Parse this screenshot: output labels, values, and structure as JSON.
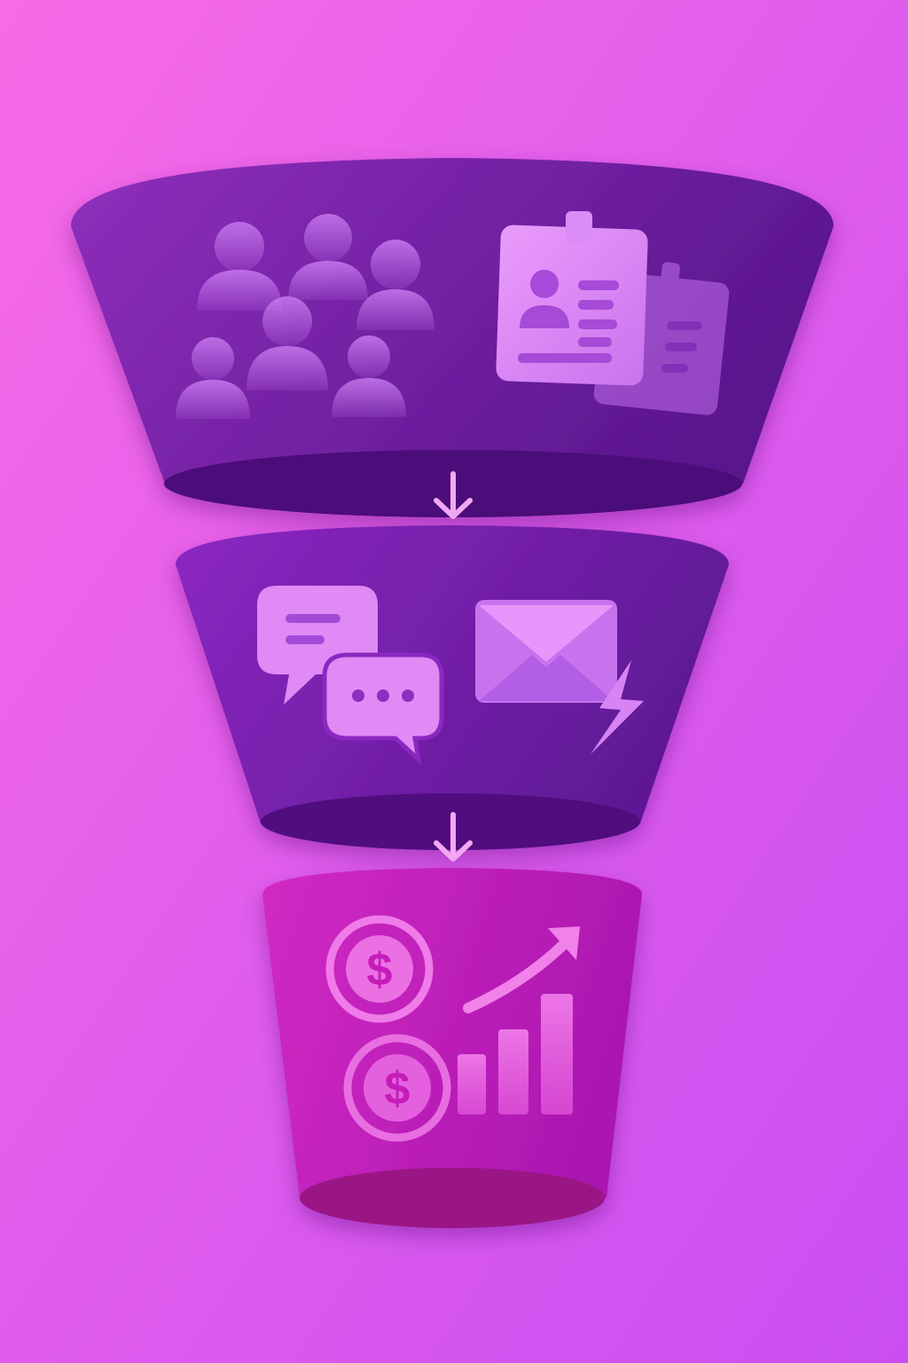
{
  "colors": {
    "bg_top_left": "#f76be6",
    "bg_bottom_right": "#c94ef2",
    "stage1_top": "#8a2bb8",
    "stage1_bottom": "#5a168d",
    "stage2_top": "#8a25bf",
    "stage2_bottom": "#5c1892",
    "stage3_top": "#cf26c0",
    "stage3_bottom": "#a816ae",
    "icon_light": "#e08af5",
    "icon_magenta": "#ef7ce8",
    "arrow": "#f3a8f4"
  },
  "stages": [
    {
      "id": "awareness",
      "icons": [
        "people-group-icon",
        "id-badge-icon"
      ]
    },
    {
      "id": "engagement",
      "icons": [
        "chat-bubbles-icon",
        "email-lightning-icon"
      ]
    },
    {
      "id": "conversion",
      "icons": [
        "dollar-coin-icon",
        "growth-chart-icon"
      ]
    }
  ],
  "connectors": [
    "arrow-down-icon",
    "arrow-down-icon"
  ]
}
